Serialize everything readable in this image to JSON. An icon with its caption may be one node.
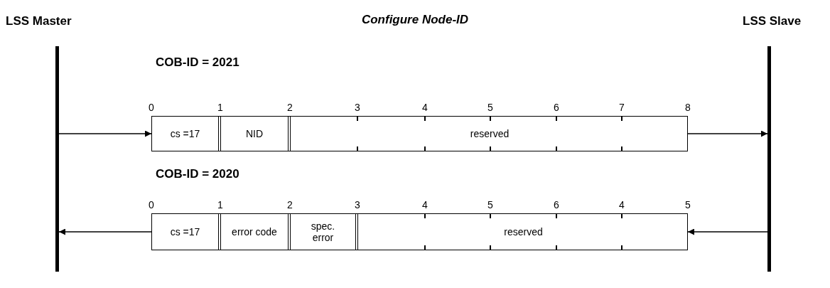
{
  "diagram": {
    "title": "Configure Node-ID",
    "nodes": [
      {
        "text": [
          "LSS Master"
        ]
      },
      {
        "text": [
          "LSS Slave"
        ]
      },
      {
        "text": [
          "COB-ID = 2021"
        ]
      },
      {
        "text": [
          "cs =17"
        ],
        "in": 2
      },
      {
        "text": [
          "NID"
        ],
        "in": 2
      },
      {
        "text": [
          "reserved"
        ],
        "in": 2
      },
      {
        "text": [
          "COB-ID = 2020"
        ]
      },
      {
        "text": [
          "cs =17"
        ],
        "in": 6
      },
      {
        "text": [
          "error code"
        ],
        "in": 6
      },
      {
        "text": [
          "spec. error"
        ],
        "in": 6
      },
      {
        "text": [
          "reserved"
        ],
        "in": 6
      }
    ],
    "edges": [
      {
        "from": 0,
        "to": 2,
        "arrow": "to"
      },
      {
        "from": 2,
        "to": 1,
        "arrow": "to"
      },
      {
        "from": 1,
        "to": 6,
        "arrow": "to"
      },
      {
        "from": 6,
        "to": 0,
        "arrow": "to"
      }
    ],
    "labels": [
      "0",
      "1",
      "2",
      "3",
      "4",
      "5",
      "6",
      "7",
      "8",
      "0",
      "1",
      "2",
      "3",
      "4",
      "5",
      "6",
      "4",
      "5"
    ]
  }
}
